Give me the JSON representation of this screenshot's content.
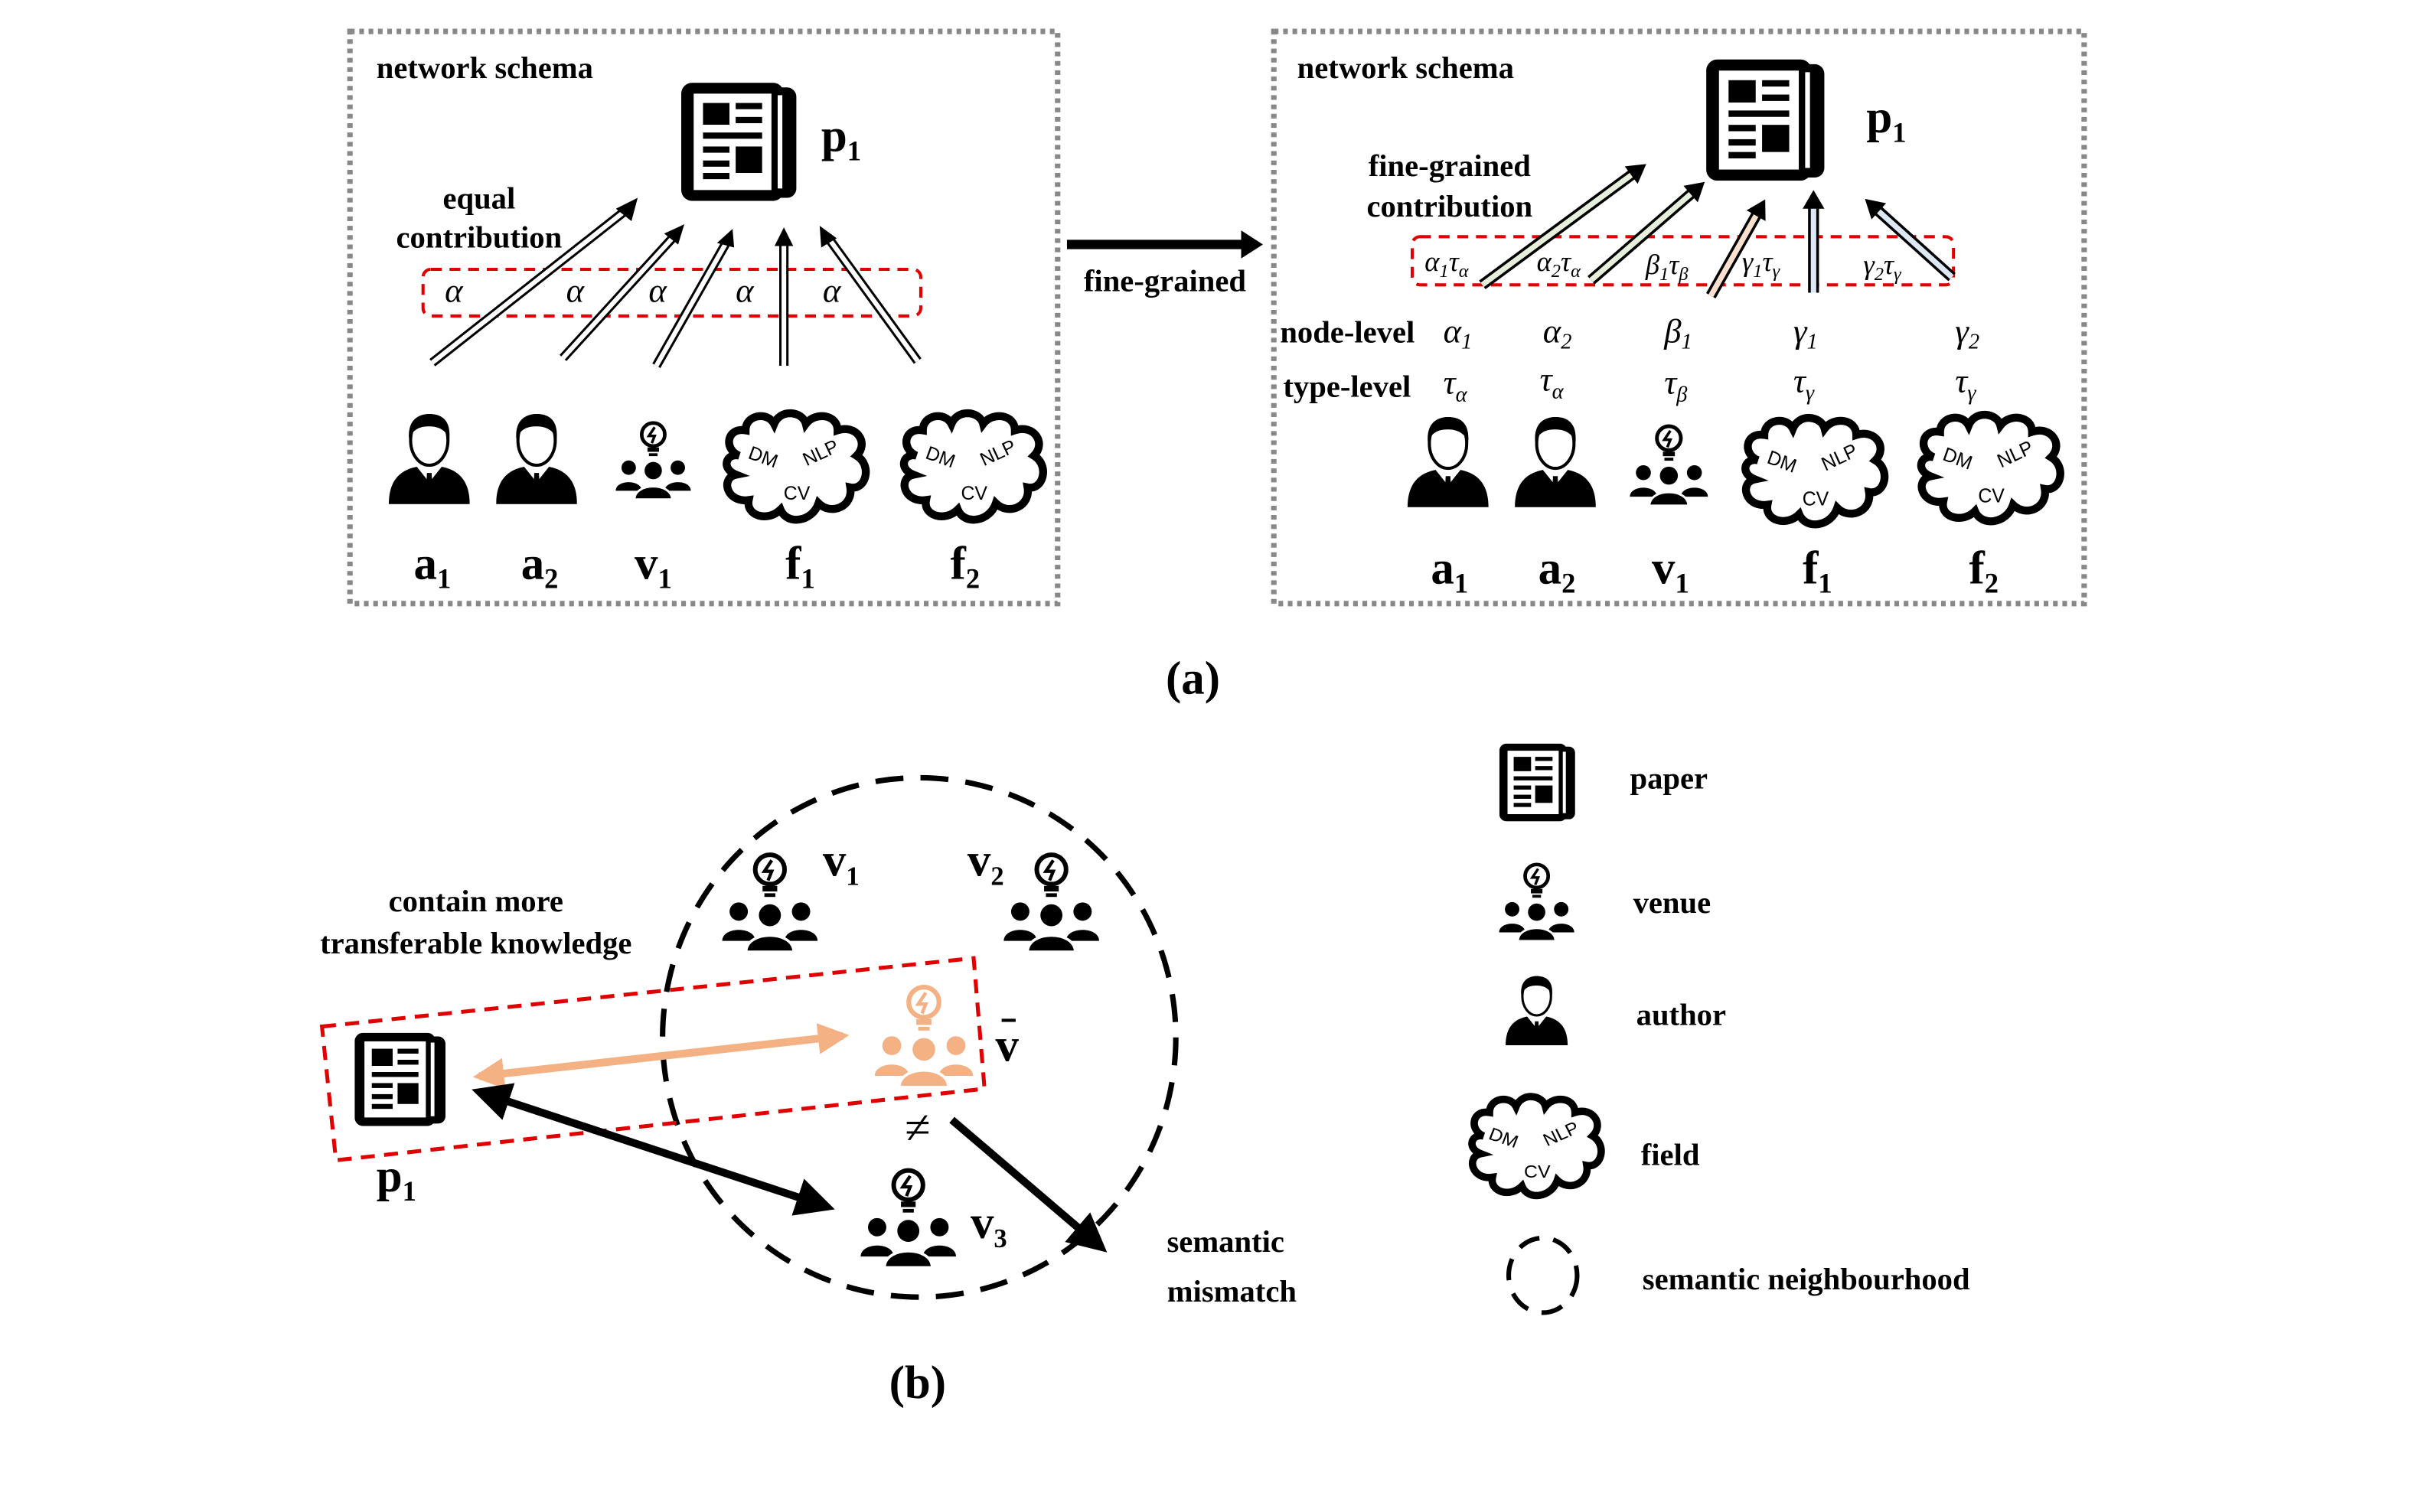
{
  "panel_a": {
    "left": {
      "title": "network schema",
      "annotation_line1": "equal",
      "annotation_line2": "contribution",
      "weights": [
        "α",
        "α",
        "α",
        "α",
        "α"
      ],
      "paper": {
        "base": "p",
        "sub": "1"
      },
      "nodes": [
        {
          "base": "a",
          "sub": "1",
          "type": "author"
        },
        {
          "base": "a",
          "sub": "2",
          "type": "author"
        },
        {
          "base": "v",
          "sub": "1",
          "type": "venue"
        },
        {
          "base": "f",
          "sub": "1",
          "type": "field"
        },
        {
          "base": "f",
          "sub": "2",
          "type": "field"
        }
      ]
    },
    "transition_label": "fine-grained",
    "right": {
      "title": "network schema",
      "annotation_line1": "fine-grained",
      "annotation_line2": "contribution",
      "weights": [
        {
          "a": "α",
          "as": "1",
          "b": "τ",
          "bs": "α"
        },
        {
          "a": "α",
          "as": "2",
          "b": "τ",
          "bs": "α"
        },
        {
          "a": "β",
          "as": "1",
          "b": "τ",
          "bs": "β"
        },
        {
          "a": "γ",
          "as": "1",
          "b": "τ",
          "bs": "γ"
        },
        {
          "a": "γ",
          "as": "2",
          "b": "τ",
          "bs": "γ"
        }
      ],
      "node_level_label": "node-level",
      "node_level": [
        {
          "base": "α",
          "sub": "1"
        },
        {
          "base": "α",
          "sub": "2"
        },
        {
          "base": "β",
          "sub": "1"
        },
        {
          "base": "γ",
          "sub": "1"
        },
        {
          "base": "γ",
          "sub": "2"
        }
      ],
      "type_level_label": "type-level",
      "type_level": [
        {
          "base": "τ",
          "sub": "α"
        },
        {
          "base": "τ",
          "sub": "α"
        },
        {
          "base": "τ",
          "sub": "β"
        },
        {
          "base": "τ",
          "sub": "γ"
        },
        {
          "base": "τ",
          "sub": "γ"
        }
      ],
      "paper": {
        "base": "p",
        "sub": "1"
      },
      "nodes": [
        {
          "base": "a",
          "sub": "1"
        },
        {
          "base": "a",
          "sub": "2"
        },
        {
          "base": "v",
          "sub": "1"
        },
        {
          "base": "f",
          "sub": "1"
        },
        {
          "base": "f",
          "sub": "2"
        }
      ],
      "arrow_colors": [
        "#e6efdc",
        "#e6efdc",
        "#fbe0cf",
        "#dde8f5",
        "#dde8f5"
      ]
    },
    "caption": "(a)"
  },
  "panel_b": {
    "annotation_line1": "contain more",
    "annotation_line2": "transferable knowledge",
    "paper": {
      "base": "p",
      "sub": "1"
    },
    "v1": {
      "base": "v",
      "sub": "1"
    },
    "v2": {
      "base": "v",
      "sub": "2"
    },
    "v3": {
      "base": "v",
      "sub": "3"
    },
    "vbar": "v",
    "not_equal": "≠",
    "mismatch_line1": "semantic",
    "mismatch_line2": "mismatch",
    "caption": "(b)",
    "highlight_color": "#f4b183"
  },
  "legend": [
    {
      "icon": "paper-icon",
      "label": "paper"
    },
    {
      "icon": "venue-icon",
      "label": "venue"
    },
    {
      "icon": "author-icon",
      "label": "author"
    },
    {
      "icon": "field-cloud-icon",
      "label": "field"
    },
    {
      "icon": "dashed-circle-icon",
      "label": "semantic neighbourhood"
    }
  ],
  "field_cloud_terms": [
    "DM",
    "NLP",
    "CV"
  ],
  "colors": {
    "dashed_box": "#e00000",
    "frame": "#888888",
    "ink": "#000000"
  }
}
